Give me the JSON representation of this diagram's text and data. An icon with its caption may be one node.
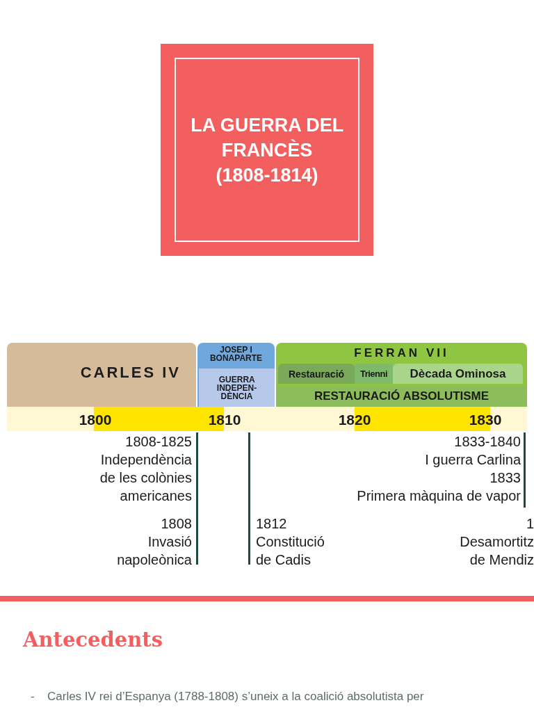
{
  "diagram": {
    "nodes": [
      {
        "text": [
          "LA GUERRA DEL FRANCÈS (1808-1814)"
        ]
      },
      {
        "text": [
          "CARLES IV"
        ]
      },
      {
        "text": [
          "JOSEP I BONAPARTE"
        ]
      },
      {
        "text": [
          "GUERRA INDEPEN- DÈNCIA"
        ],
        "in": 2
      },
      {
        "text": [
          "FERRAN VII"
        ]
      },
      {
        "text": [
          "Restauració"
        ],
        "in": 4
      },
      {
        "text": [
          "Trienni"
        ],
        "in": 4
      },
      {
        "text": [
          "Dècada Ominosa"
        ],
        "in": 4
      },
      {
        "text": [
          "RESTAURACIÓ ABSOLUTISME"
        ],
        "in": 4
      }
    ],
    "edges": [],
    "labels": [
      "1800",
      "1810",
      "1820",
      "1830",
      "1808-1825",
      "Independència de les colònies americanes",
      "1833-1840",
      "I guerra Carlina",
      "1833",
      "Primera màquina de vapor",
      "1808",
      "Invasió napoleònica",
      "1812",
      "Constitució de Cadis",
      "1",
      "Desamortitz de Mendiz",
      "Antecedents",
      "-",
      "Carles IV rei d’Espanya (1788-1808)  s’uneix a la coalició absolutista per"
    ]
  }
}
